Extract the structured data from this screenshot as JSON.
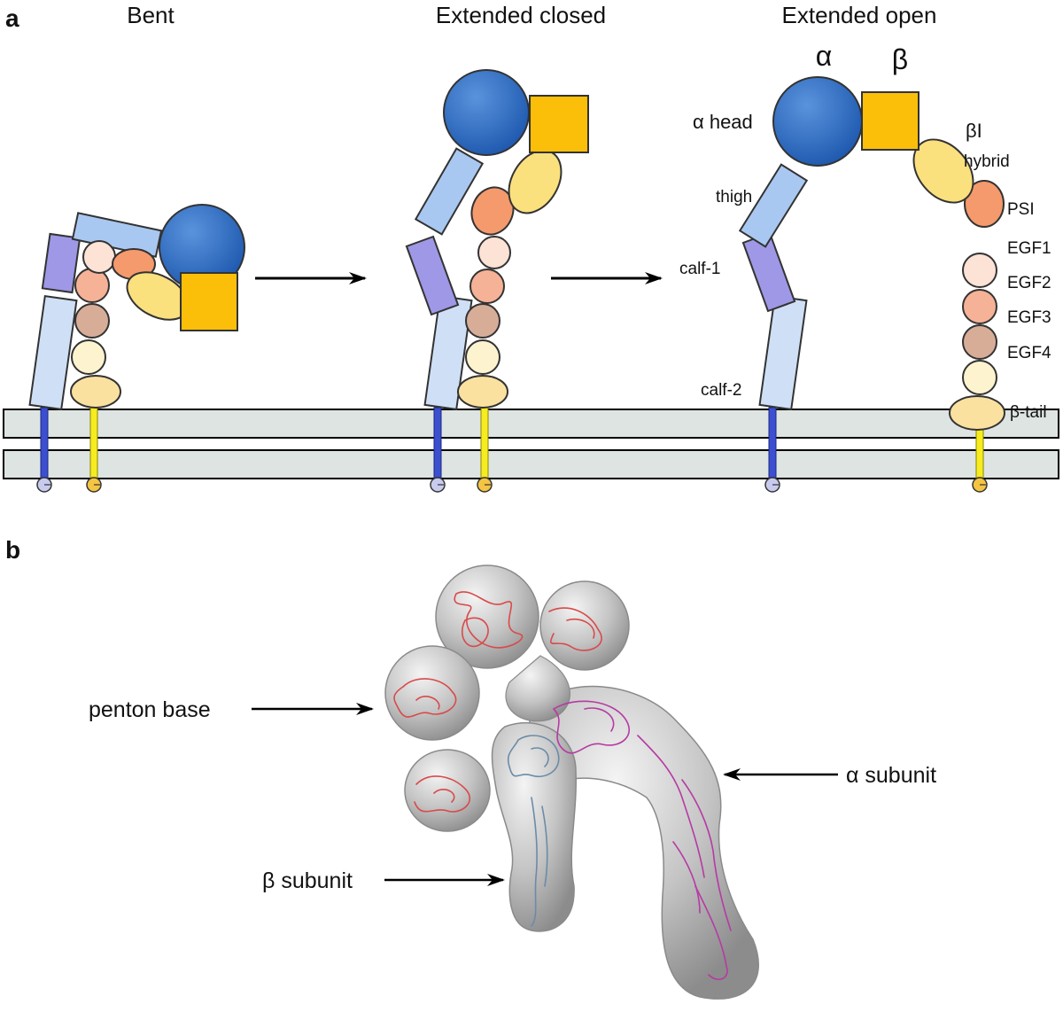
{
  "panel_a": {
    "letter": "a",
    "states": [
      "Bent",
      "Extended closed",
      "Extended open"
    ],
    "subunit_letters": {
      "alpha": "α",
      "beta": "β"
    },
    "domain_labels": {
      "alpha_head": "α head",
      "beta_i": "βI",
      "hybrid": "hybrid",
      "thigh": "thigh",
      "psi": "PSI",
      "egf1": "EGF1",
      "egf2": "EGF2",
      "egf3": "EGF3",
      "egf4": "EGF4",
      "calf1": "calf-1",
      "calf2": "calf-2",
      "beta_tail": "β-tail"
    }
  },
  "panel_b": {
    "letter": "b",
    "labels": {
      "penton_base": "penton base",
      "alpha_subunit": "α subunit",
      "beta_subunit": "β subunit"
    }
  },
  "colors": {
    "alpha_head": "#2f6fc4",
    "beta_i": "#fbbf0a",
    "hybrid": "#fbe07e",
    "psi": "#f49a6c",
    "egf1": "#fde2d6",
    "egf2": "#f6b296",
    "egf3": "#d8ad98",
    "egf4": "#fdf4cf",
    "beta_tail": "#fbe1a0",
    "thigh": "#a9c8f1",
    "calf1": "#9e98e6",
    "calf2": "#cfe0f6",
    "membrane": "#dde4e2",
    "alpha_tm": "#3b4fd0",
    "beta_tm": "#f7ec1f",
    "density": "#c3c3c3",
    "penton_chain": "#d94a4a",
    "alpha_chain": "#b63aa3",
    "beta_chain": "#6b8ba8"
  }
}
